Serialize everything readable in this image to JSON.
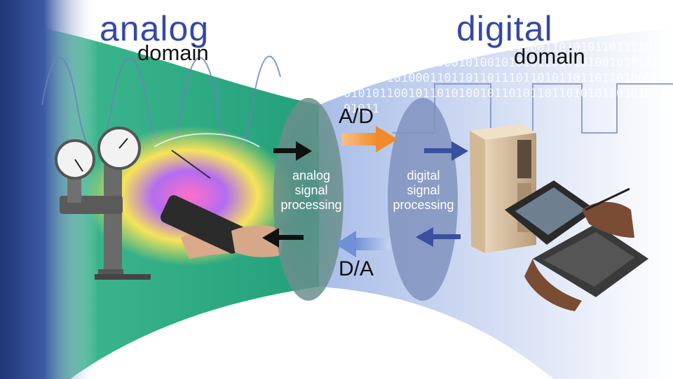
{
  "analog": {
    "title": "analog",
    "subtitle": "domain",
    "process_label": [
      "analog",
      "signal",
      "processing"
    ]
  },
  "digital": {
    "title": "digital",
    "subtitle": "domain",
    "process_label": [
      "digital",
      "signal",
      "processing"
    ]
  },
  "conversion": {
    "ad": "A/D",
    "da": "D/A"
  },
  "binary_background": "00101110101010110100101110001101010110111101011010110101110001010010101011010101001010110110101010100011011011011101101011011011010000101010110010110101001011010110110101011010101101011",
  "colors": {
    "analog_title": "#3548a8",
    "digital_title": "#3548a8",
    "analog_field": "#2fae86",
    "digital_field": "#b7c8ec",
    "arrow_black": "#111111",
    "arrow_orange": "#f39a3c",
    "arrow_blue": "#3a4fa0",
    "arrow_light_blue": "#8aa6e2",
    "left_band": "#233c7c"
  },
  "icons": [
    "pressure-gauge-icon",
    "handheld-meter-icon",
    "wave-icon",
    "tower-computer-icon",
    "tablet-pc-icon"
  ]
}
